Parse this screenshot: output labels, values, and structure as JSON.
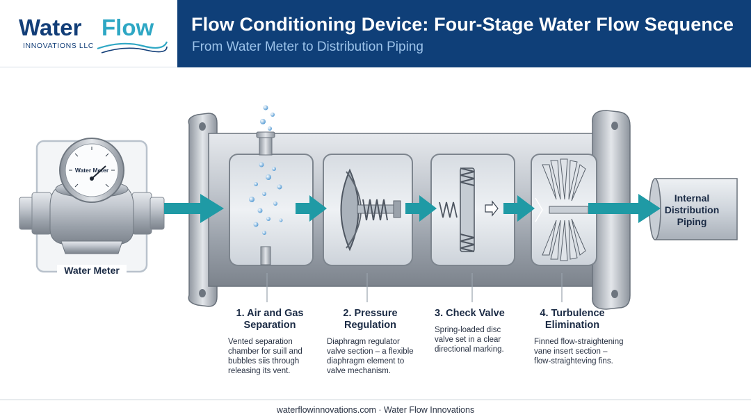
{
  "header": {
    "logo_word1": "Water",
    "logo_word2": "Flow",
    "logo_sub": "INNOVATIONS LLC",
    "title": "Flow Conditioning Device: Four-Stage Water Flow Sequence",
    "subtitle": "From Water Meter to Distribution Piping"
  },
  "meter": {
    "dial_text": "Water Meter",
    "label": "Water Meter"
  },
  "outlet": {
    "label_line1": "Internal",
    "label_line2": "Distribution",
    "label_line3": "Piping"
  },
  "stages": [
    {
      "title_line1": "1. Air and Gas",
      "title_line2": "Separation",
      "desc_lines": [
        "Vented separation",
        "chamber for suill and",
        "bubbles siis through",
        "releasing its vent."
      ]
    },
    {
      "title_line1": "2. Pressure",
      "title_line2": "Regulation",
      "desc_lines": [
        "Diaphragm regulator",
        "valve section – a flexible",
        "diaphragm element to",
        "valve mechanism."
      ]
    },
    {
      "title_line1": "3. Check Valve",
      "title_line2": "",
      "desc_lines": [
        "Spring-loaded disc",
        "valve set in  a clear",
        "directional marking."
      ]
    },
    {
      "title_line1": "4. Turbulence",
      "title_line2": "Elimination",
      "desc_lines": [
        "Finned flow-straightening",
        "vane insert section –",
        "flow-straighteving fins."
      ]
    }
  ],
  "footer": "waterflowinnovations.com · Water Flow Innovations",
  "colors": {
    "banner": "#0f3f78",
    "accent_teal": "#1f9aa5",
    "logo_blue": "#123e78",
    "logo_cyan": "#2ea7c4"
  }
}
